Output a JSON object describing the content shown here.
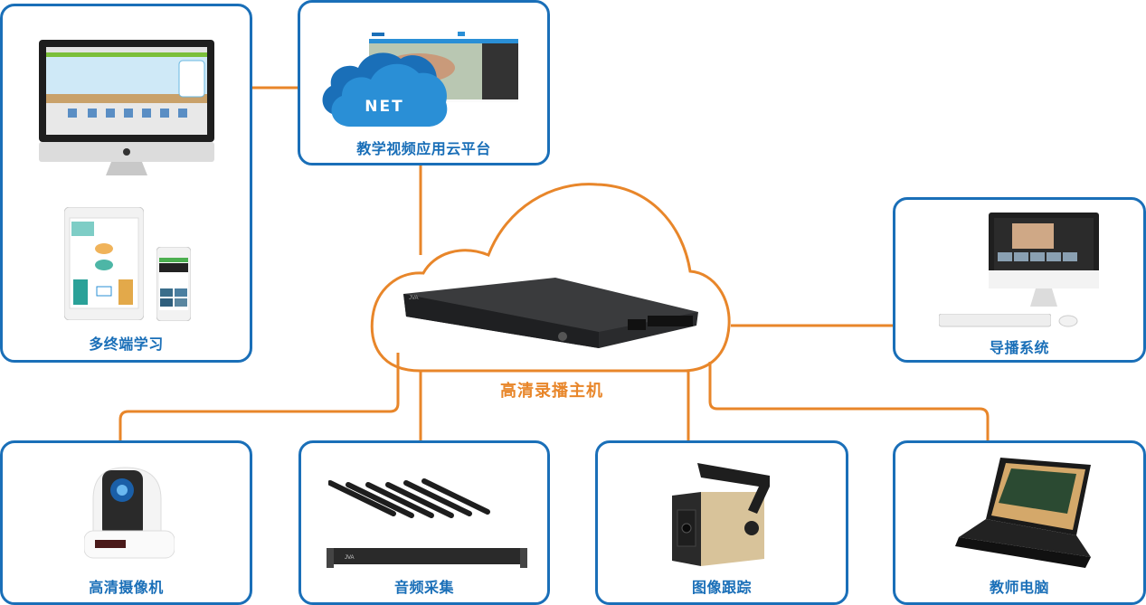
{
  "center": {
    "label": "高清录播主机",
    "icon": "recording-host-device"
  },
  "nodes": {
    "multi_terminal": {
      "label": "多终端学习",
      "icons": [
        "desktop-monitor",
        "tablet",
        "smartphone"
      ]
    },
    "cloud_platform": {
      "label": "教学视频应用云平台",
      "badge": "NET",
      "icons": [
        "cloud-icon",
        "website-screenshot"
      ]
    },
    "director_system": {
      "label": "导播系统",
      "icons": [
        "all-in-one-pc",
        "keyboard",
        "mouse"
      ]
    },
    "hd_camera": {
      "label": "高清摄像机",
      "icons": [
        "ptz-camera"
      ]
    },
    "audio_capture": {
      "label": "音频采集",
      "icons": [
        "microphone",
        "audio-processor"
      ]
    },
    "image_tracking": {
      "label": "图像跟踪",
      "icons": [
        "tracking-camera"
      ]
    },
    "teacher_pc": {
      "label": "教师电脑",
      "icons": [
        "laptop"
      ]
    }
  },
  "colors": {
    "box_border": "#1a6fb8",
    "label_blue": "#1a6fb8",
    "connector_orange": "#e8862a",
    "cloud_blue": "#2a8fd6"
  }
}
